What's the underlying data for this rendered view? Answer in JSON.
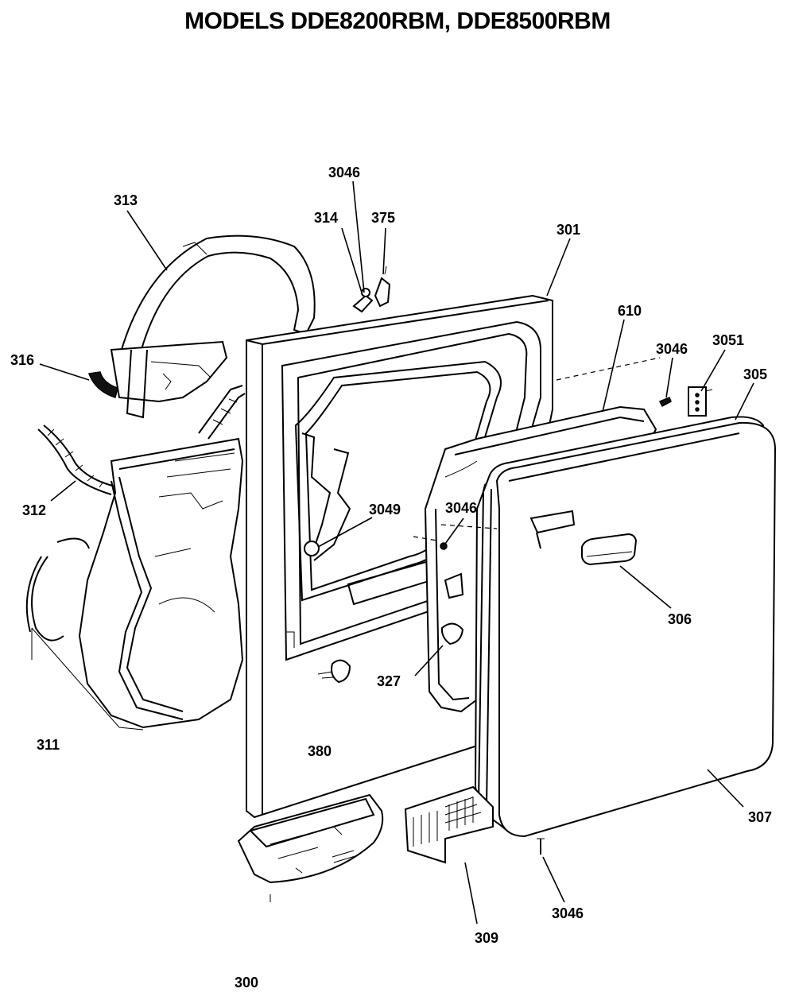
{
  "title": "MODELS DDE8200RBM, DDE8500RBM",
  "callouts": [
    {
      "id": "c3046a",
      "text": "3046"
    },
    {
      "id": "c313",
      "text": "313"
    },
    {
      "id": "c314",
      "text": "314"
    },
    {
      "id": "c375",
      "text": "375"
    },
    {
      "id": "c301",
      "text": "301"
    },
    {
      "id": "c610",
      "text": "610"
    },
    {
      "id": "c3046b",
      "text": "3046"
    },
    {
      "id": "c3051",
      "text": "3051"
    },
    {
      "id": "c305",
      "text": "305"
    },
    {
      "id": "c316",
      "text": "316"
    },
    {
      "id": "c312",
      "text": "312"
    },
    {
      "id": "c3049",
      "text": "3049"
    },
    {
      "id": "c3046c",
      "text": "3046"
    },
    {
      "id": "c306",
      "text": "306"
    },
    {
      "id": "c327",
      "text": "327"
    },
    {
      "id": "c311",
      "text": "311"
    },
    {
      "id": "c380",
      "text": "380"
    },
    {
      "id": "c307",
      "text": "307"
    },
    {
      "id": "c3046d",
      "text": "3046"
    },
    {
      "id": "c309",
      "text": "309"
    },
    {
      "id": "c300",
      "text": "300"
    }
  ]
}
